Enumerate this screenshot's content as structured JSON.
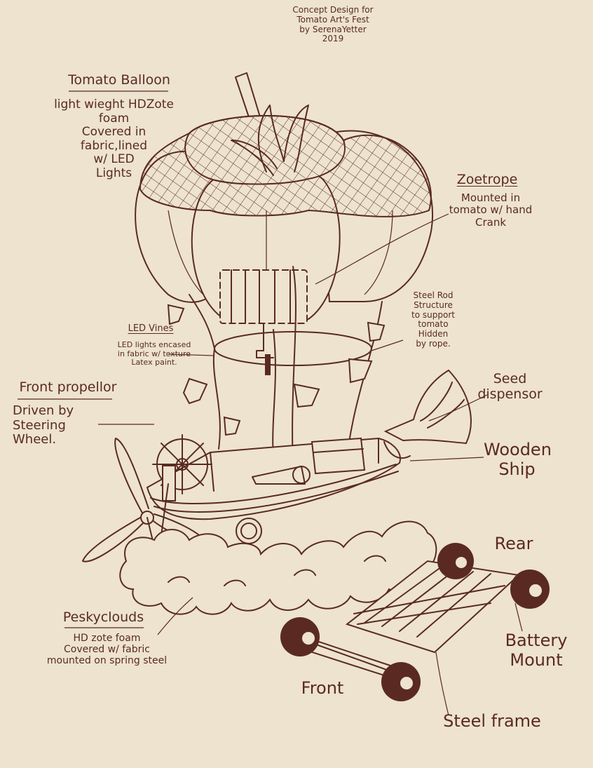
{
  "title_note": "Concept Design for\nTomato Art's Fest\nby SerenaYetter\n2019",
  "labels": {
    "tomato_balloon": {
      "heading": "Tomato Balloon",
      "body": "light wieght HDZote\nfoam\nCovered in\nfabric,lined\nw/ LED\nLights"
    },
    "zoetrope": {
      "heading": "Zoetrope",
      "body": "Mounted in\ntomato w/ hand\nCrank"
    },
    "steel_rod": "Steel Rod\nStructure\nto support\ntomato\nHidden\nby rope.",
    "led_vines": {
      "heading": "LED Vines",
      "body": "LED lights encased\nin fabric w/ texture\nLatex paint."
    },
    "front_propellor": {
      "heading": "Front propellor",
      "body": "Driven by\nSteering\nWheel."
    },
    "seed_dispensor": "Seed dispensor",
    "wooden_ship": "Wooden\nShip",
    "pesky_clouds": {
      "heading": "Peskyclouds",
      "body": "HD zote foam\nCovered w/ fabric\nmounted on spring steel"
    },
    "rear": "Rear",
    "battery_mount": "Battery\nMount",
    "front": "Front",
    "steel_frame": "Steel frame"
  },
  "colors": {
    "paper": "#ede3cf",
    "ink": "#5a2a22"
  }
}
